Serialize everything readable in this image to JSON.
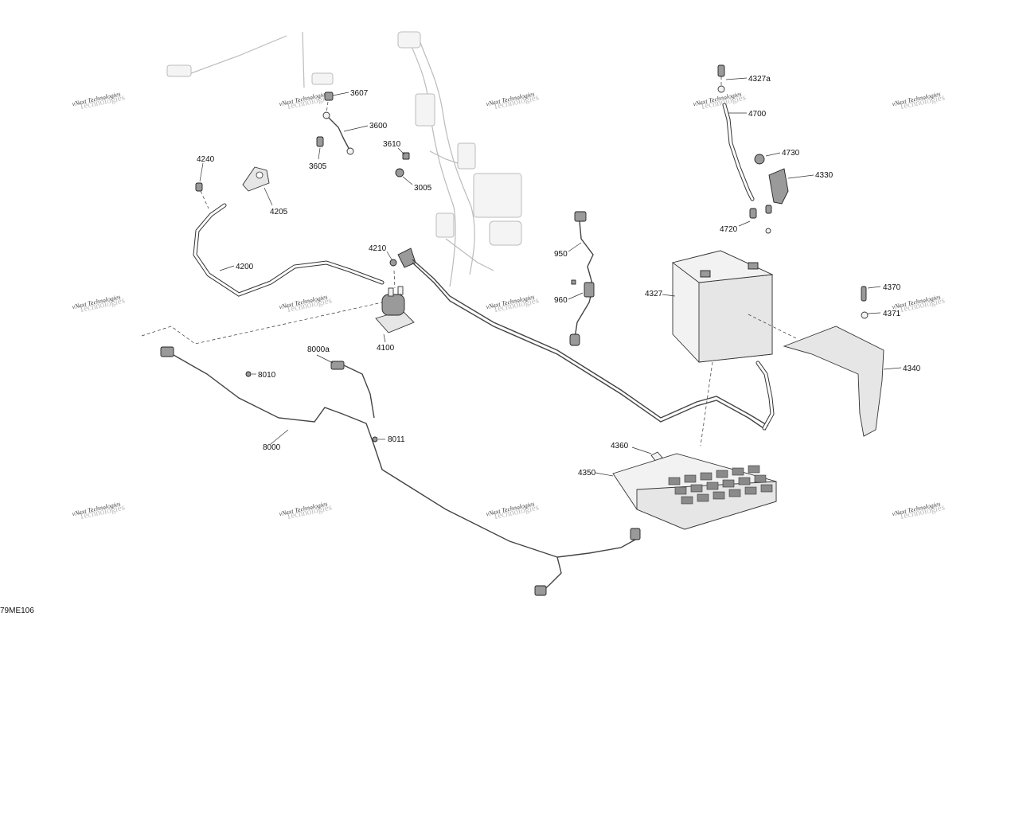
{
  "diagram": {
    "figure_code": "79ME106",
    "watermark": {
      "line1": "vNext Technologies",
      "line2": "Technologies"
    },
    "parts": [
      {
        "id": "3607",
        "label": "3607"
      },
      {
        "id": "3600",
        "label": "3600"
      },
      {
        "id": "3610",
        "label": "3610"
      },
      {
        "id": "3605",
        "label": "3605"
      },
      {
        "id": "3005",
        "label": "3005"
      },
      {
        "id": "4240",
        "label": "4240"
      },
      {
        "id": "4205",
        "label": "4205"
      },
      {
        "id": "4200",
        "label": "4200"
      },
      {
        "id": "4210",
        "label": "4210"
      },
      {
        "id": "4100",
        "label": "4100"
      },
      {
        "id": "950",
        "label": "950"
      },
      {
        "id": "960",
        "label": "960"
      },
      {
        "id": "4327a",
        "label": "4327a"
      },
      {
        "id": "4700",
        "label": "4700"
      },
      {
        "id": "4730",
        "label": "4730"
      },
      {
        "id": "4330",
        "label": "4330"
      },
      {
        "id": "4720",
        "label": "4720"
      },
      {
        "id": "4327",
        "label": "4327"
      },
      {
        "id": "4370",
        "label": "4370"
      },
      {
        "id": "4371",
        "label": "4371"
      },
      {
        "id": "4340",
        "label": "4340"
      },
      {
        "id": "8000a",
        "label": "8000a"
      },
      {
        "id": "8010",
        "label": "8010"
      },
      {
        "id": "8011",
        "label": "8011"
      },
      {
        "id": "8000",
        "label": "8000"
      },
      {
        "id": "4360",
        "label": "4360"
      },
      {
        "id": "4350",
        "label": "4350"
      }
    ]
  }
}
